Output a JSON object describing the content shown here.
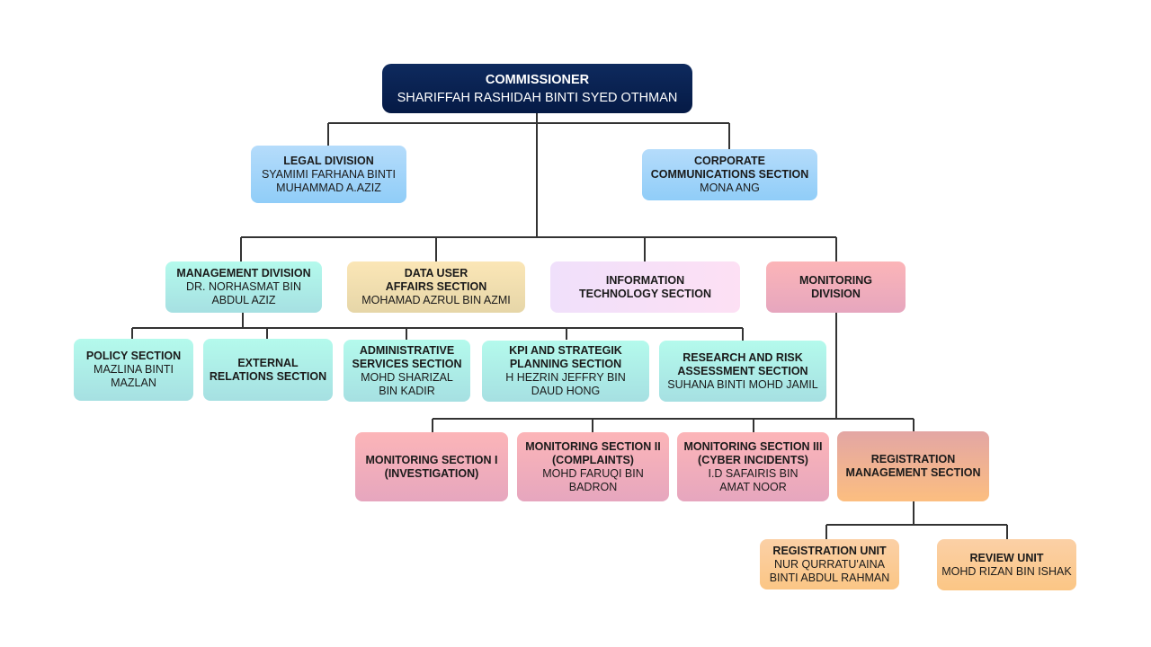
{
  "org_chart": {
    "colors": {
      "connector": "#333333",
      "commissioner": "#0a2254",
      "blue": "#a3d5fa",
      "teal": "#adedE7",
      "gold": "#f0dfae",
      "lilac": "#f7e0f7",
      "pink": "#f1adbb",
      "rose_orange": "#efb292",
      "peach": "#fbcb96"
    },
    "nodes": {
      "commissioner": {
        "title": "COMMISSIONER",
        "person": "SHARIFFAH RASHIDAH BINTI SYED OTHMAN"
      },
      "legal": {
        "title": "LEGAL DIVISION",
        "person": "SYAMIMI FARHANA BINTI\nMUHAMMAD A.AZIZ"
      },
      "corporate": {
        "title": "CORPORATE\nCOMMUNICATIONS SECTION",
        "person": "MONA ANG"
      },
      "management": {
        "title": "MANAGEMENT DIVISION",
        "person": "DR. NORHASMAT BIN\nABDUL AZIZ"
      },
      "data_user": {
        "title": "DATA USER\nAFFAIRS SECTION",
        "person": "MOHAMAD AZRUL BIN AZMI"
      },
      "it": {
        "title": "INFORMATION\nTECHNOLOGY SECTION",
        "person": ""
      },
      "monitoring": {
        "title": "MONITORING\nDIVISION",
        "person": ""
      },
      "policy": {
        "title": "POLICY SECTION",
        "person": "MAZLINA BINTI\nMAZLAN"
      },
      "external": {
        "title": "EXTERNAL\nRELATIONS SECTION",
        "person": ""
      },
      "admin": {
        "title": "ADMINISTRATIVE\nSERVICES SECTION",
        "person": "MOHD SHARIZAL\nBIN KADIR"
      },
      "kpi": {
        "title": "KPI AND STRATEGIK\nPLANNING SECTION",
        "person": "H HEZRIN JEFFRY BIN\nDAUD HONG"
      },
      "research": {
        "title": "RESEARCH AND RISK\nASSESSMENT SECTION",
        "person": "SUHANA BINTI MOHD JAMIL"
      },
      "mon1": {
        "title": "MONITORING SECTION I\n(INVESTIGATION)",
        "person": ""
      },
      "mon2": {
        "title": "MONITORING SECTION II\n(COMPLAINTS)",
        "person": "MOHD FARUQI BIN\nBADRON"
      },
      "mon3": {
        "title": "MONITORING SECTION III\n(CYBER INCIDENTS)",
        "person": "I.D SAFAIRIS BIN\nAMAT NOOR"
      },
      "registration_mgmt": {
        "title": "REGISTRATION\nMANAGEMENT SECTION",
        "person": ""
      },
      "registration_unit": {
        "title": "REGISTRATION UNIT",
        "person": "NUR QURRATU'AINA\nBINTI ABDUL RAHMAN"
      },
      "review_unit": {
        "title": "REVIEW UNIT",
        "person": "MOHD RIZAN BIN ISHAK"
      }
    },
    "hierarchy": [
      {
        "parent": "commissioner",
        "children": [
          "legal",
          "corporate",
          "management",
          "data_user",
          "it",
          "monitoring"
        ]
      },
      {
        "parent": "management",
        "children": [
          "policy",
          "external",
          "admin",
          "kpi",
          "research"
        ]
      },
      {
        "parent": "monitoring",
        "children": [
          "mon1",
          "mon2",
          "mon3",
          "registration_mgmt"
        ]
      },
      {
        "parent": "registration_mgmt",
        "children": [
          "registration_unit",
          "review_unit"
        ]
      }
    ]
  }
}
